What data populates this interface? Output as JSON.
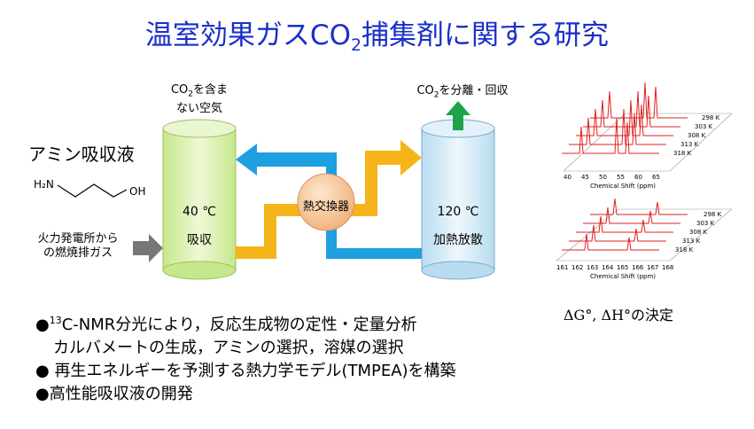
{
  "title": {
    "prefix": "温室効果ガスCO",
    "sub": "2",
    "suffix": "捕集剤に関する研究"
  },
  "amine_label": "アミン吸収液",
  "molecule": {
    "left": "H₂N",
    "right": "OH"
  },
  "left_tank": {
    "top_label": {
      "l1_pre": "CO",
      "l1_sub": "2",
      "l1_post": "を含ま",
      "l2": "ない空気"
    },
    "temp": "40 ℃",
    "action": "吸収"
  },
  "right_tank": {
    "top_label": {
      "pre": "CO",
      "sub": "2",
      "post": "を分離・回収"
    },
    "temp": "120 ℃",
    "action": "加熱放散"
  },
  "flue_gas": {
    "l1": "火力発電所から",
    "l2": "の燃焼排ガス"
  },
  "heat_exchanger": "熱交換器",
  "nmr": {
    "top": {
      "temps": [
        "298 K",
        "303 K",
        "308 K",
        "313 K",
        "318 K"
      ],
      "ticks": [
        "40",
        "45",
        "50",
        "55",
        "60",
        "65"
      ],
      "xlabel": "Chemical Shift (ppm)"
    },
    "bottom": {
      "temps": [
        "298 K",
        "303 K",
        "308 K",
        "313 K",
        "318 K"
      ],
      "ticks": [
        "161",
        "162",
        "163",
        "164",
        "165",
        "166",
        "167",
        "168"
      ],
      "xlabel": "Chemical Shift (ppm)"
    },
    "caption": "ΔG°, ΔH°の決定"
  },
  "bullets": [
    {
      "mark": "●",
      "sup": "13",
      "text": "C-NMR分光により，反応生成物の定性・定量分析"
    },
    {
      "mark": "",
      "sup": "",
      "text": "カルバメートの生成，アミンの選択，溶媒の選択"
    },
    {
      "mark": "●",
      "sup": "",
      "text": " 再生エネルギーを予測する熱力学モデル(TMPEA)を構築"
    },
    {
      "mark": "●",
      "sup": "",
      "text": "高性能吸収液の開発"
    }
  ],
  "colors": {
    "title": "#1a2fc8",
    "blue_arrow": "#1e9fe0",
    "orange_arrow": "#f5b41a",
    "green_arrow": "#1da34a",
    "gray_arrow": "#777777",
    "tank_left": "#d8f0a8",
    "tank_right": "#cfe8f5",
    "nmr": "#e02020"
  }
}
